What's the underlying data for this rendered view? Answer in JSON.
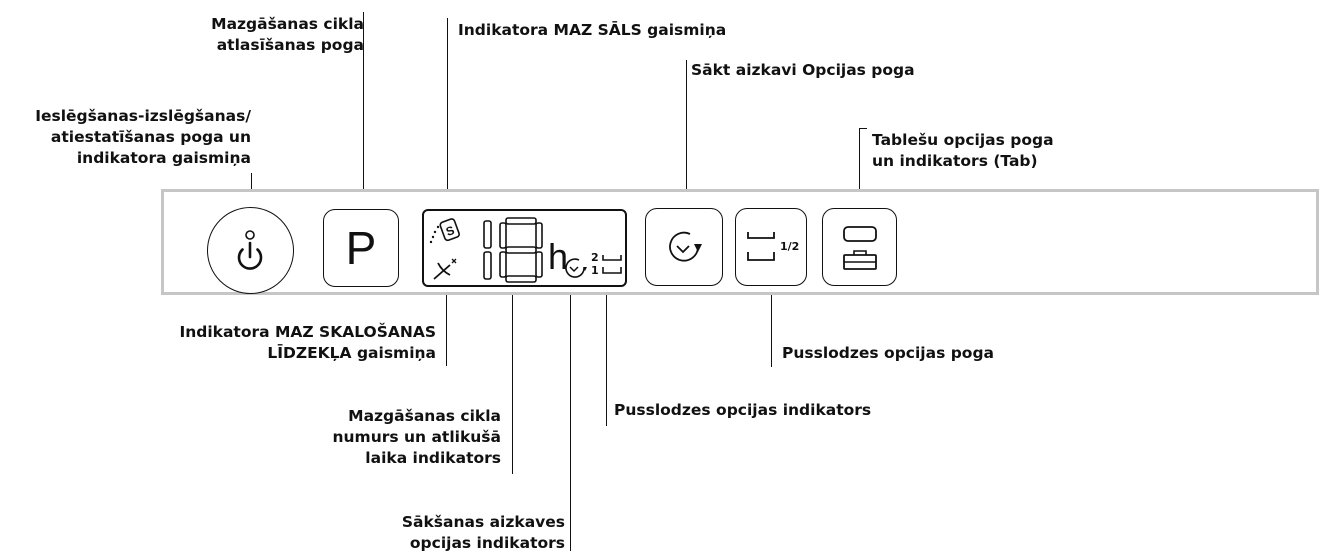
{
  "labels": {
    "power": [
      "Ieslēgšanas-izslēgšanas/",
      "atiestatīšanas poga un",
      "indikatora gaismiņa"
    ],
    "program": [
      "Mazgāšanas cikla",
      "atlasīšanas poga"
    ],
    "salt": [
      "Indikatora MAZ SĀLS gaismiņa"
    ],
    "delay_button": [
      "Sākt aizkavi Opcijas poga"
    ],
    "tablet": [
      "Tablešu opcijas poga",
      "un indikators (Tab)"
    ],
    "rinse_aid": [
      "Indikatora MAZ SKALOŠANAS",
      "LĪDZEKĻA gaismiņa"
    ],
    "half_load_button": [
      "Pusslodzes opcijas poga"
    ],
    "half_load_indicator": [
      "Pusslodzes opcijas indikators"
    ],
    "cycle_indicator": [
      "Mazgāšanas cikla",
      "numurs un atlikušā",
      "laika indikators"
    ],
    "delay_indicator": [
      "Sākšanas aizkaves",
      "opcijas indikators"
    ]
  },
  "display": {
    "digits": "18",
    "unit": "h",
    "load_upper": "2",
    "load_lower": "1"
  },
  "buttons": {
    "program_letter": "P",
    "half_load_fraction": "1/2"
  }
}
